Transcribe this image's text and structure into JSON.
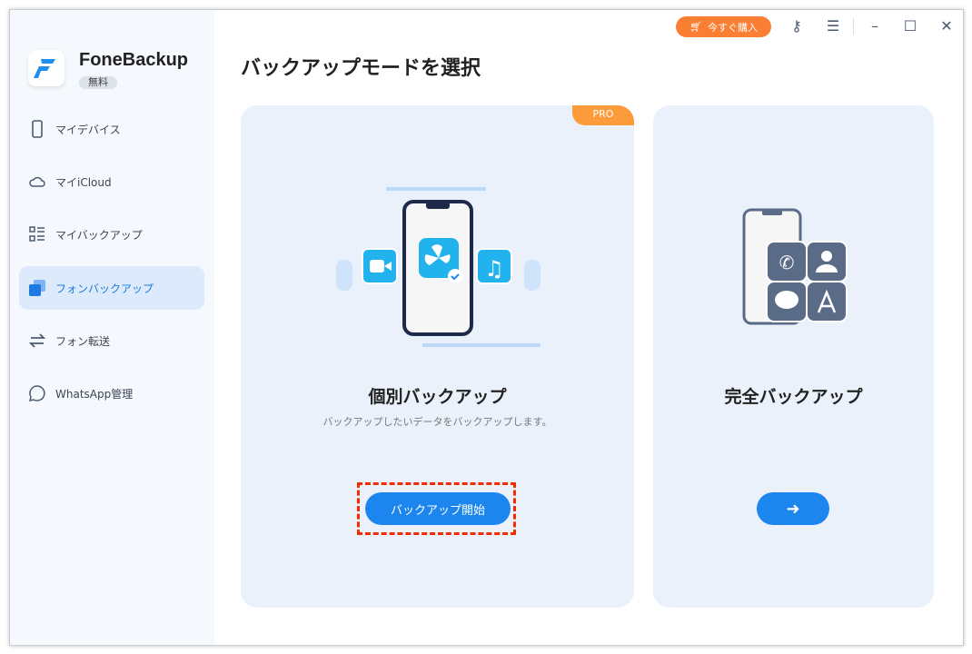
{
  "app": {
    "name": "FoneBackup",
    "badge": "無料"
  },
  "sidebar": {
    "items": [
      {
        "label": "マイデバイス",
        "icon": "phone-icon"
      },
      {
        "label": "マイiCloud",
        "icon": "cloud-icon"
      },
      {
        "label": "マイバックアップ",
        "icon": "list-icon"
      },
      {
        "label": "フォンバックアップ",
        "icon": "phone-backup-icon",
        "active": true
      },
      {
        "label": "フォン転送",
        "icon": "transfer-icon"
      },
      {
        "label": "WhatsApp管理",
        "icon": "chat-icon"
      }
    ]
  },
  "topbar": {
    "buy_label": "今すぐ購入"
  },
  "main": {
    "title": "バックアップモードを選択",
    "cards": [
      {
        "badge": "PRO",
        "title": "個別バックアップ",
        "subtitle": "バックアップしたいデータをバックアップします。",
        "button": "バックアップ開始"
      },
      {
        "title": "完全バックアップ",
        "button": "➜"
      }
    ]
  },
  "colors": {
    "accent": "#1d86ee",
    "buy": "#fb7f33",
    "highlight": "#f22c00"
  }
}
